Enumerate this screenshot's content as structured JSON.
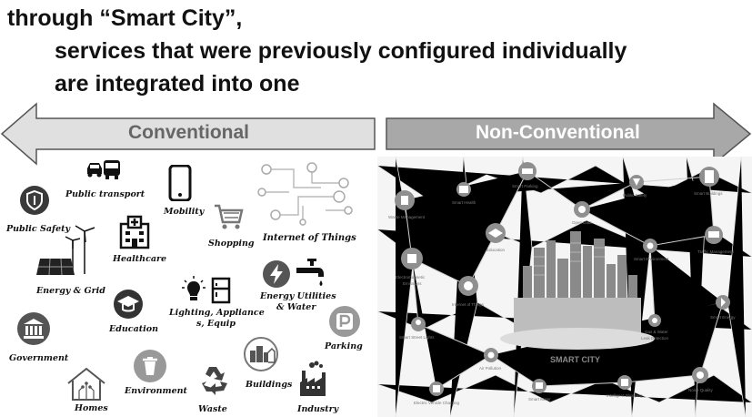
{
  "title": {
    "line1": "through “Smart City”,",
    "line2": "services that were previously configured individually",
    "line3": "are integrated into one"
  },
  "arrows": {
    "left_label": "Conventional",
    "right_label": "Non-Conventional",
    "left_color": "#e0e0e0",
    "right_color": "#a8a8a8"
  },
  "conventional": {
    "public_transport": "Public transport",
    "mobility": "Mobility",
    "public_safety": "Public Safety",
    "healthcare": "Healthcare",
    "shopping": "Shopping",
    "internet_of_things": "Internet of Things",
    "energy_grid": "Energy & Grid",
    "energy_utilities": "Energy Utilities",
    "energy_water": "& Water",
    "lighting_line1": "Lighting, Appliance",
    "lighting_line2": "s, Equip",
    "education": "Education",
    "government": "Government",
    "parking": "Parking",
    "homes": "Homes",
    "environment": "Environment",
    "waste": "Waste",
    "buildings": "Buildings",
    "industry": "Industry"
  },
  "smart_city": {
    "center_label": "SMART CITY",
    "nodes": {
      "waste_management": "Waste Management",
      "smart_health": "Smart Health",
      "smart_parking": "Smart Parking",
      "open_data": "Open Data",
      "public_safety": "Public Safety",
      "smart_buildings": "Smart Buildings",
      "education": "Education",
      "smart_environment": "Smart Environment",
      "traffic_management": "Traffic Management",
      "electromagnetic": "Electromagnetic",
      "emissions": "Emissions",
      "internet_of_things": "Internet of Things",
      "gas_water": "Gas & Water",
      "leak_detection": "Leak Detection",
      "smart_energy": "Smart Energy",
      "smart_street_lights": "Smart Street Lights",
      "air_pollution": "Air Pollution",
      "smart_meter": "Smart Meter",
      "intelligent_shopping": "Intelligent Shopping",
      "noise_quality": "Noise Quality",
      "ev_charging": "Electric Vehicle Charging"
    }
  }
}
